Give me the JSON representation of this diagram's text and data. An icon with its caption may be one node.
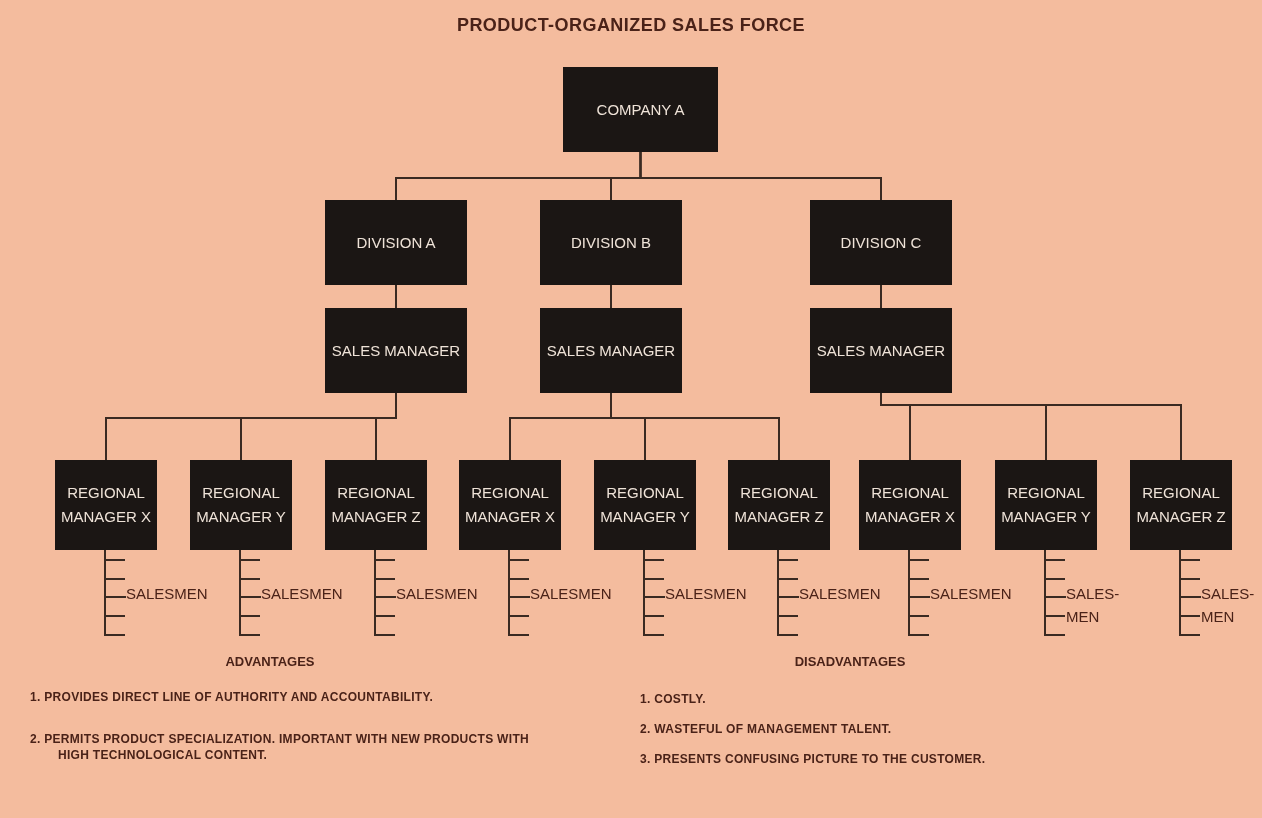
{
  "diagram": {
    "title": "PRODUCT-ORGANIZED SALES FORCE",
    "nodes": [
      {
        "text": [
          "COMPANY A"
        ]
      },
      {
        "text": [
          "DIVISION A"
        ]
      },
      {
        "text": [
          "DIVISION B"
        ]
      },
      {
        "text": [
          "DIVISION C"
        ]
      },
      {
        "text": [
          "SALES MANAGER"
        ]
      },
      {
        "text": [
          "SALES MANAGER"
        ]
      },
      {
        "text": [
          "SALES MANAGER"
        ]
      },
      {
        "text": [
          "REGIONAL MANAGER X"
        ]
      },
      {
        "text": [
          "REGIONAL MANAGER Y"
        ]
      },
      {
        "text": [
          "REGIONAL MANAGER Z"
        ]
      },
      {
        "text": [
          "REGIONAL MANAGER X"
        ]
      },
      {
        "text": [
          "REGIONAL MANAGER Y"
        ]
      },
      {
        "text": [
          "REGIONAL MANAGER Z"
        ]
      },
      {
        "text": [
          "REGIONAL MANAGER X"
        ]
      },
      {
        "text": [
          "REGIONAL MANAGER Y"
        ]
      },
      {
        "text": [
          "REGIONAL MANAGER Z"
        ]
      },
      {
        "text": [
          "SALESMEN"
        ]
      },
      {
        "text": [
          "SALESMEN"
        ]
      },
      {
        "text": [
          "SALESMEN"
        ]
      },
      {
        "text": [
          "SALESMEN"
        ]
      },
      {
        "text": [
          "SALESMEN"
        ]
      },
      {
        "text": [
          "SALESMEN"
        ]
      },
      {
        "text": [
          "SALESMEN"
        ]
      },
      {
        "text": [
          "SALES- MEN"
        ]
      },
      {
        "text": [
          "SALES- MEN"
        ]
      }
    ],
    "edges": [
      {
        "from": 0,
        "to": 1,
        "arrow": "none"
      },
      {
        "from": 0,
        "to": 2,
        "arrow": "none"
      },
      {
        "from": 0,
        "to": 3,
        "arrow": "none"
      },
      {
        "from": 1,
        "to": 4,
        "arrow": "none"
      },
      {
        "from": 2,
        "to": 5,
        "arrow": "none"
      },
      {
        "from": 3,
        "to": 6,
        "arrow": "none"
      },
      {
        "from": 4,
        "to": 7,
        "arrow": "none"
      },
      {
        "from": 4,
        "to": 8,
        "arrow": "none"
      },
      {
        "from": 4,
        "to": 9,
        "arrow": "none"
      },
      {
        "from": 5,
        "to": 10,
        "arrow": "none"
      },
      {
        "from": 5,
        "to": 11,
        "arrow": "none"
      },
      {
        "from": 5,
        "to": 12,
        "arrow": "none"
      },
      {
        "from": 6,
        "to": 13,
        "arrow": "none"
      },
      {
        "from": 6,
        "to": 14,
        "arrow": "none"
      },
      {
        "from": 6,
        "to": 15,
        "arrow": "none"
      },
      {
        "from": 7,
        "to": 16,
        "arrow": "none"
      },
      {
        "from": 8,
        "to": 17,
        "arrow": "none"
      },
      {
        "from": 9,
        "to": 18,
        "arrow": "none"
      },
      {
        "from": 10,
        "to": 19,
        "arrow": "none"
      },
      {
        "from": 11,
        "to": 20,
        "arrow": "none"
      },
      {
        "from": 12,
        "to": 21,
        "arrow": "none"
      },
      {
        "from": 13,
        "to": 22,
        "arrow": "none"
      },
      {
        "from": 14,
        "to": 23,
        "arrow": "none"
      },
      {
        "from": 15,
        "to": 24,
        "arrow": "none"
      }
    ],
    "labels": [
      "ADVANTAGES",
      "1. PROVIDES DIRECT LINE OF AUTHORITY AND ACCOUNTABILITY.",
      "2. PERMITS PRODUCT SPECIALIZATION. IMPORTANT WITH NEW PRODUCTS WITH HIGH TECHNOLOGICAL CONTENT.",
      "DISADVANTAGES",
      "1. COSTLY.",
      "2. WASTEFUL OF MANAGEMENT TALENT.",
      "3. PRESENTS CONFUSING PICTURE TO THE CUSTOMER."
    ]
  }
}
